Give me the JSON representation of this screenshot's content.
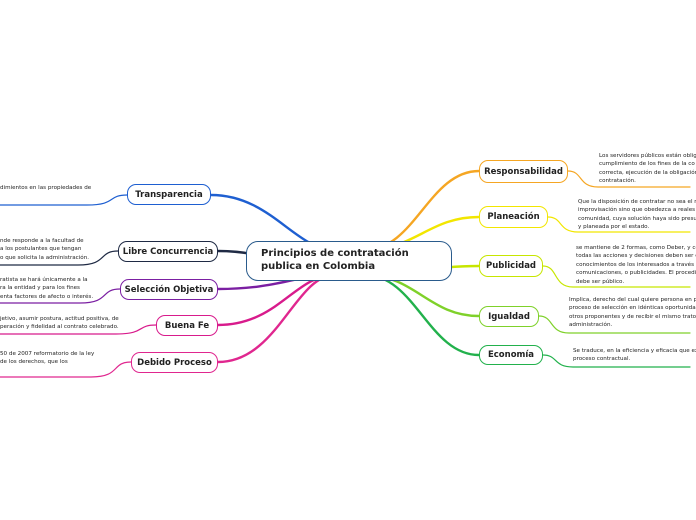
{
  "central": "Principios de contratación publica en Colombia",
  "left_branches": [
    {
      "label": "Transparencia",
      "color": "#1e5fd1",
      "note": [
        "dimientos en las propiedades de"
      ]
    },
    {
      "label": "Libre Concurrencia",
      "color": "#1f2a44",
      "note": [
        "nde responde a la facultad de",
        "a los postulantes que tengan",
        "o que solicita la administración."
      ]
    },
    {
      "label": "Selección Objetiva",
      "color": "#7b1fa2",
      "note": [
        "ratista se hará únicamente a la",
        "ra la entidad y para los fines",
        "enta factores de afecto o interés."
      ]
    },
    {
      "label": "Buena Fe",
      "color": "#d81b8c",
      "note": [
        "jetivo, asumir postura, actitud positiva, de",
        "peración y fidelidad al contrato celebrado."
      ]
    },
    {
      "label": "Debido Proceso",
      "color": "#e0278f",
      "note": [
        "50 de 2007 reformatorio de la ley",
        "de los derechos, que los"
      ]
    }
  ],
  "right_branches": [
    {
      "label": "Responsabilidad",
      "color": "#f5a623",
      "note": [
        "Los servidores públicos están oblig",
        "cumplimiento de los fines de la  co",
        "correcta, ejecución de la obligación",
        "contratación."
      ]
    },
    {
      "label": "Planeación",
      "color": "#f2e600",
      "note": [
        "Que la disposición de contratar no sea el r",
        "improvisación sino que obedezca a reales",
        "comunidad, cuya solución haya sido presu",
        "y planeada por el estado."
      ]
    },
    {
      "label": "Publicidad",
      "color": "#c7e600",
      "note": [
        "se mantiene de 2 formas, como Deber, y co",
        "todas las acciones y decisiones deben ser c",
        "conocimientos de los interesados a través d",
        "comunicaciones, o publicidades. El procedim",
        "debe ser público."
      ]
    },
    {
      "label": "Igualdad",
      "color": "#7fd12a",
      "note": [
        "Implica, derecho del cual quiere persona en p",
        "proceso de selección en idénticas oportunida",
        "otros proponentes y de recibir el mismo trato",
        "administración."
      ]
    },
    {
      "label": "Economía",
      "color": "#22b14c",
      "note": [
        "Se traduce, en la eficiencia y eficacia que ex",
        "proceso contractual."
      ]
    }
  ]
}
